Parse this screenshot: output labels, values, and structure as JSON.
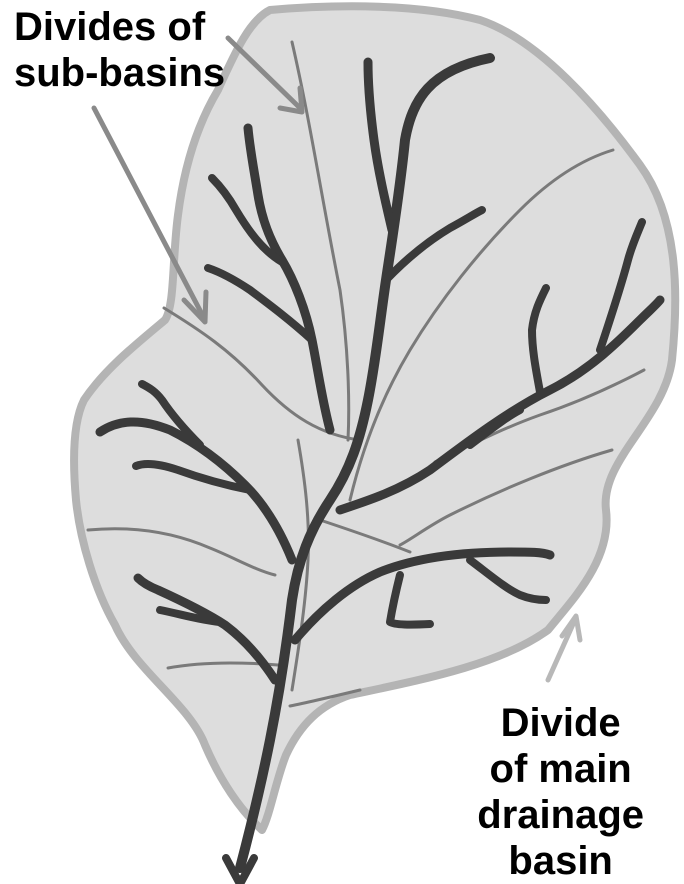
{
  "labels": {
    "sub_basins_divide": [
      "Divides of",
      "sub-basins"
    ],
    "main_basin_divide": [
      "Divide",
      "of main",
      "drainage",
      "basin"
    ]
  },
  "colors": {
    "basin_fill": "#dddddd",
    "basin_outline": "#b4b4b4",
    "stream": "#3a3a3a",
    "sub_divide": "#7a7a7a",
    "pointer_arrow": "#8a8a8a",
    "main_divide_arrow": "#b8b8b8"
  }
}
